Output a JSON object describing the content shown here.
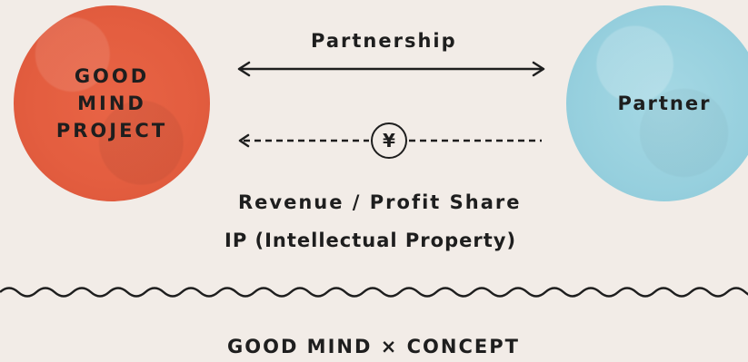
{
  "left_node": {
    "label": "GOOD\nMIND\nPROJECT",
    "color": "#e35d3f"
  },
  "right_node": {
    "label": "Partner",
    "color": "#97d0de"
  },
  "partnership": {
    "label": "Partnership"
  },
  "payment": {
    "symbol": "¥"
  },
  "share": {
    "line1": "Revenue / Profit Share",
    "line2": "IP (Intellectual Property)"
  },
  "concept": {
    "label": "GOOD MIND × CONCEPT"
  },
  "colors": {
    "background": "#f2ece7",
    "text": "#1e1e1e"
  }
}
